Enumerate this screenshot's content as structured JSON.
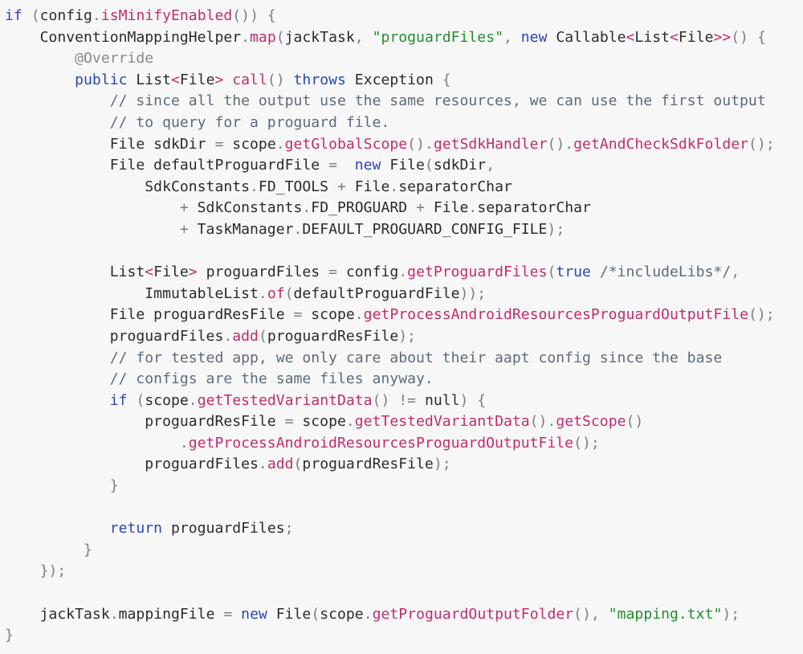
{
  "code_lines": [
    [
      [
        "kw",
        "if"
      ],
      [
        "pn",
        " ("
      ],
      [
        "tx",
        "config"
      ],
      [
        "pn",
        "."
      ],
      [
        "fn",
        "isMinifyEnabled"
      ],
      [
        "pn",
        "()) {"
      ]
    ],
    [
      [
        "tx",
        "    ConventionMappingHelper"
      ],
      [
        "pn",
        "."
      ],
      [
        "fn",
        "map"
      ],
      [
        "pn",
        "("
      ],
      [
        "tx",
        "jackTask"
      ],
      [
        "pn",
        ", "
      ],
      [
        "str",
        "\"proguardFiles\""
      ],
      [
        "pn",
        ", "
      ],
      [
        "kw",
        "new"
      ],
      [
        "tx",
        " Callable"
      ],
      [
        "tp",
        "<"
      ],
      [
        "tx",
        "List"
      ],
      [
        "tp",
        "<"
      ],
      [
        "tx",
        "File"
      ],
      [
        "tp",
        ">>"
      ],
      [
        "pn",
        "() {"
      ]
    ],
    [
      [
        "an",
        "        @Override"
      ]
    ],
    [
      [
        "kw",
        "        public"
      ],
      [
        "tx",
        " List"
      ],
      [
        "tp",
        "<"
      ],
      [
        "tx",
        "File"
      ],
      [
        "tp",
        ">"
      ],
      [
        "fn",
        " call"
      ],
      [
        "pn",
        "() "
      ],
      [
        "kw",
        "throws"
      ],
      [
        "tx",
        " Exception"
      ],
      [
        "pn",
        " {"
      ]
    ],
    [
      [
        "cm",
        "            // since all the output use the same resources, we can use the first output"
      ]
    ],
    [
      [
        "cm",
        "            // to query for a proguard file."
      ]
    ],
    [
      [
        "tx",
        "            File sdkDir "
      ],
      [
        "pn",
        "="
      ],
      [
        "tx",
        " scope"
      ],
      [
        "pn",
        "."
      ],
      [
        "fn",
        "getGlobalScope"
      ],
      [
        "pn",
        "()."
      ],
      [
        "fn",
        "getSdkHandler"
      ],
      [
        "pn",
        "()."
      ],
      [
        "fn",
        "getAndCheckSdkFolder"
      ],
      [
        "pn",
        "();"
      ]
    ],
    [
      [
        "tx",
        "            File defaultProguardFile "
      ],
      [
        "pn",
        "="
      ],
      [
        "kw",
        "  new"
      ],
      [
        "tx",
        " File"
      ],
      [
        "pn",
        "("
      ],
      [
        "tx",
        "sdkDir"
      ],
      [
        "pn",
        ","
      ]
    ],
    [
      [
        "tx",
        "                SdkConstants"
      ],
      [
        "pn",
        "."
      ],
      [
        "tx",
        "FD_TOOLS "
      ],
      [
        "pn",
        "+"
      ],
      [
        "tx",
        " File"
      ],
      [
        "pn",
        "."
      ],
      [
        "tx",
        "separatorChar"
      ]
    ],
    [
      [
        "pn",
        "                    +"
      ],
      [
        "tx",
        " SdkConstants"
      ],
      [
        "pn",
        "."
      ],
      [
        "tx",
        "FD_PROGUARD "
      ],
      [
        "pn",
        "+"
      ],
      [
        "tx",
        " File"
      ],
      [
        "pn",
        "."
      ],
      [
        "tx",
        "separatorChar"
      ]
    ],
    [
      [
        "pn",
        "                    +"
      ],
      [
        "tx",
        " TaskManager"
      ],
      [
        "pn",
        "."
      ],
      [
        "tx",
        "DEFAULT_PROGUARD_CONFIG_FILE"
      ],
      [
        "pn",
        ");"
      ]
    ],
    [],
    [
      [
        "tx",
        "            List"
      ],
      [
        "tp",
        "<"
      ],
      [
        "tx",
        "File"
      ],
      [
        "tp",
        ">"
      ],
      [
        "tx",
        " proguardFiles "
      ],
      [
        "pn",
        "="
      ],
      [
        "tx",
        " config"
      ],
      [
        "pn",
        "."
      ],
      [
        "fn",
        "getProguardFiles"
      ],
      [
        "pn",
        "("
      ],
      [
        "kw",
        "true"
      ],
      [
        "cm",
        " /*includeLibs*/"
      ],
      [
        "pn",
        ","
      ]
    ],
    [
      [
        "tx",
        "                ImmutableList"
      ],
      [
        "pn",
        "."
      ],
      [
        "fn",
        "of"
      ],
      [
        "pn",
        "("
      ],
      [
        "tx",
        "defaultProguardFile"
      ],
      [
        "pn",
        "));"
      ]
    ],
    [
      [
        "tx",
        "            File proguardResFile "
      ],
      [
        "pn",
        "="
      ],
      [
        "tx",
        " scope"
      ],
      [
        "pn",
        "."
      ],
      [
        "fn",
        "getProcessAndroidResourcesProguardOutputFile"
      ],
      [
        "pn",
        "();"
      ]
    ],
    [
      [
        "tx",
        "            proguardFiles"
      ],
      [
        "pn",
        "."
      ],
      [
        "fn",
        "add"
      ],
      [
        "pn",
        "("
      ],
      [
        "tx",
        "proguardResFile"
      ],
      [
        "pn",
        ");"
      ]
    ],
    [
      [
        "cm",
        "            // for tested app, we only care about their aapt config since the base"
      ]
    ],
    [
      [
        "cm",
        "            // configs are the same files anyway."
      ]
    ],
    [
      [
        "kw",
        "            if"
      ],
      [
        "pn",
        " ("
      ],
      [
        "tx",
        "scope"
      ],
      [
        "pn",
        "."
      ],
      [
        "fn",
        "getTestedVariantData"
      ],
      [
        "pn",
        "() != "
      ],
      [
        "tx",
        "null"
      ],
      [
        "pn",
        ") {"
      ]
    ],
    [
      [
        "tx",
        "                proguardResFile "
      ],
      [
        "pn",
        "="
      ],
      [
        "tx",
        " scope"
      ],
      [
        "pn",
        "."
      ],
      [
        "fn",
        "getTestedVariantData"
      ],
      [
        "pn",
        "()."
      ],
      [
        "fn",
        "getScope"
      ],
      [
        "pn",
        "()"
      ]
    ],
    [
      [
        "pn",
        "                    ."
      ],
      [
        "fn",
        "getProcessAndroidResourcesProguardOutputFile"
      ],
      [
        "pn",
        "();"
      ]
    ],
    [
      [
        "tx",
        "                proguardFiles"
      ],
      [
        "pn",
        "."
      ],
      [
        "fn",
        "add"
      ],
      [
        "pn",
        "("
      ],
      [
        "tx",
        "proguardResFile"
      ],
      [
        "pn",
        ");"
      ]
    ],
    [
      [
        "pn",
        "            }"
      ]
    ],
    [],
    [
      [
        "kw",
        "            return"
      ],
      [
        "tx",
        " proguardFiles"
      ],
      [
        "pn",
        ";"
      ]
    ],
    [
      [
        "pn",
        "         }"
      ]
    ],
    [
      [
        "pn",
        "    });"
      ]
    ],
    [],
    [
      [
        "tx",
        "    jackTask"
      ],
      [
        "pn",
        "."
      ],
      [
        "tx",
        "mappingFile "
      ],
      [
        "pn",
        "="
      ],
      [
        "kw",
        " new"
      ],
      [
        "tx",
        " File"
      ],
      [
        "pn",
        "("
      ],
      [
        "tx",
        "scope"
      ],
      [
        "pn",
        "."
      ],
      [
        "fn",
        "getProguardOutputFolder"
      ],
      [
        "pn",
        "(), "
      ],
      [
        "str",
        "\"mapping.txt\""
      ],
      [
        "pn",
        ");"
      ]
    ],
    [
      [
        "pn",
        "}"
      ]
    ]
  ]
}
